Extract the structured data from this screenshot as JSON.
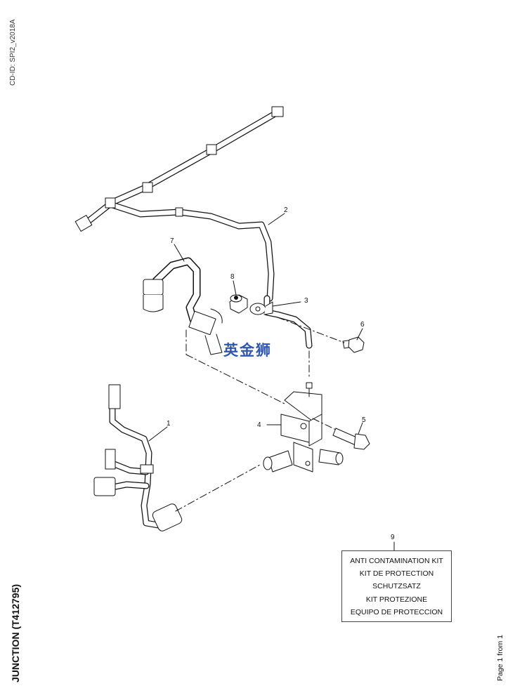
{
  "cd_id": "CD-ID: SPI2_v2018A",
  "title": "JUNCTION (T412795)",
  "page_info": "Page 1 from 1",
  "watermark": "英金狮",
  "callouts": [
    "1",
    "2",
    "3",
    "4",
    "5",
    "6",
    "7",
    "8"
  ],
  "kit": {
    "number": "9",
    "lines": [
      "ANTI CONTAMINATION KIT",
      "KIT DE PROTECTION",
      "SCHUTZSATZ",
      "KIT PROTEZIONE",
      "EQUIPO DE PROTECCION"
    ]
  },
  "colors": {
    "line": "#111111",
    "part_fill": "#ffffff",
    "watermark": "#2e56b5"
  }
}
